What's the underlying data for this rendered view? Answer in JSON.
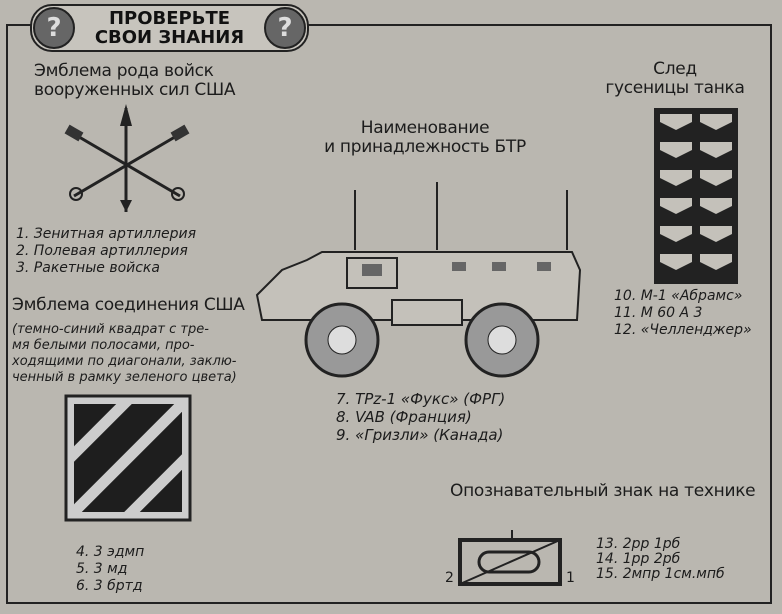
{
  "header": {
    "title_line1": "ПРОВЕРЬТЕ",
    "title_line2": "СВОИ ЗНАНИЯ",
    "icon": "question-mark-icon"
  },
  "branch_emblem": {
    "title_line1": "Эмблема рода войск",
    "title_line2": "вооруженных сил США",
    "options": [
      "1. Зенитная артиллерия",
      "2. Полевая артиллерия",
      "3. Ракетные войска"
    ]
  },
  "unit_emblem": {
    "title": "Эмблема соединения США",
    "description": [
      "(темно-синий квадрат с тре-",
      "мя белыми полосами, про-",
      "ходящими по диагонали, заклю-",
      "ченный в рамку зеленого цвета)"
    ],
    "options": [
      "4. 3 эдмп",
      "5. 3 мд",
      "6. 3 бртд"
    ]
  },
  "apc": {
    "title_line1": "Наименование",
    "title_line2": "и принадлежность БТР",
    "options": [
      "7. TPz-1 «Фукс» (ФРГ)",
      "8. VAB (Франция)",
      "9. «Гризли» (Канада)"
    ]
  },
  "track": {
    "title_line1": "След",
    "title_line2": "гусеницы танка",
    "options": [
      "10. М-1 «Абрамс»",
      "11. М 60 А 3",
      "12. «Челленджер»"
    ]
  },
  "marking": {
    "title": "Опознавательный знак на технике",
    "label_left": "2",
    "label_right": "1",
    "options": [
      "13. 2рр 1рб",
      "14. 1рр 2рб",
      "15. 2мпр 1см.мпб"
    ]
  }
}
